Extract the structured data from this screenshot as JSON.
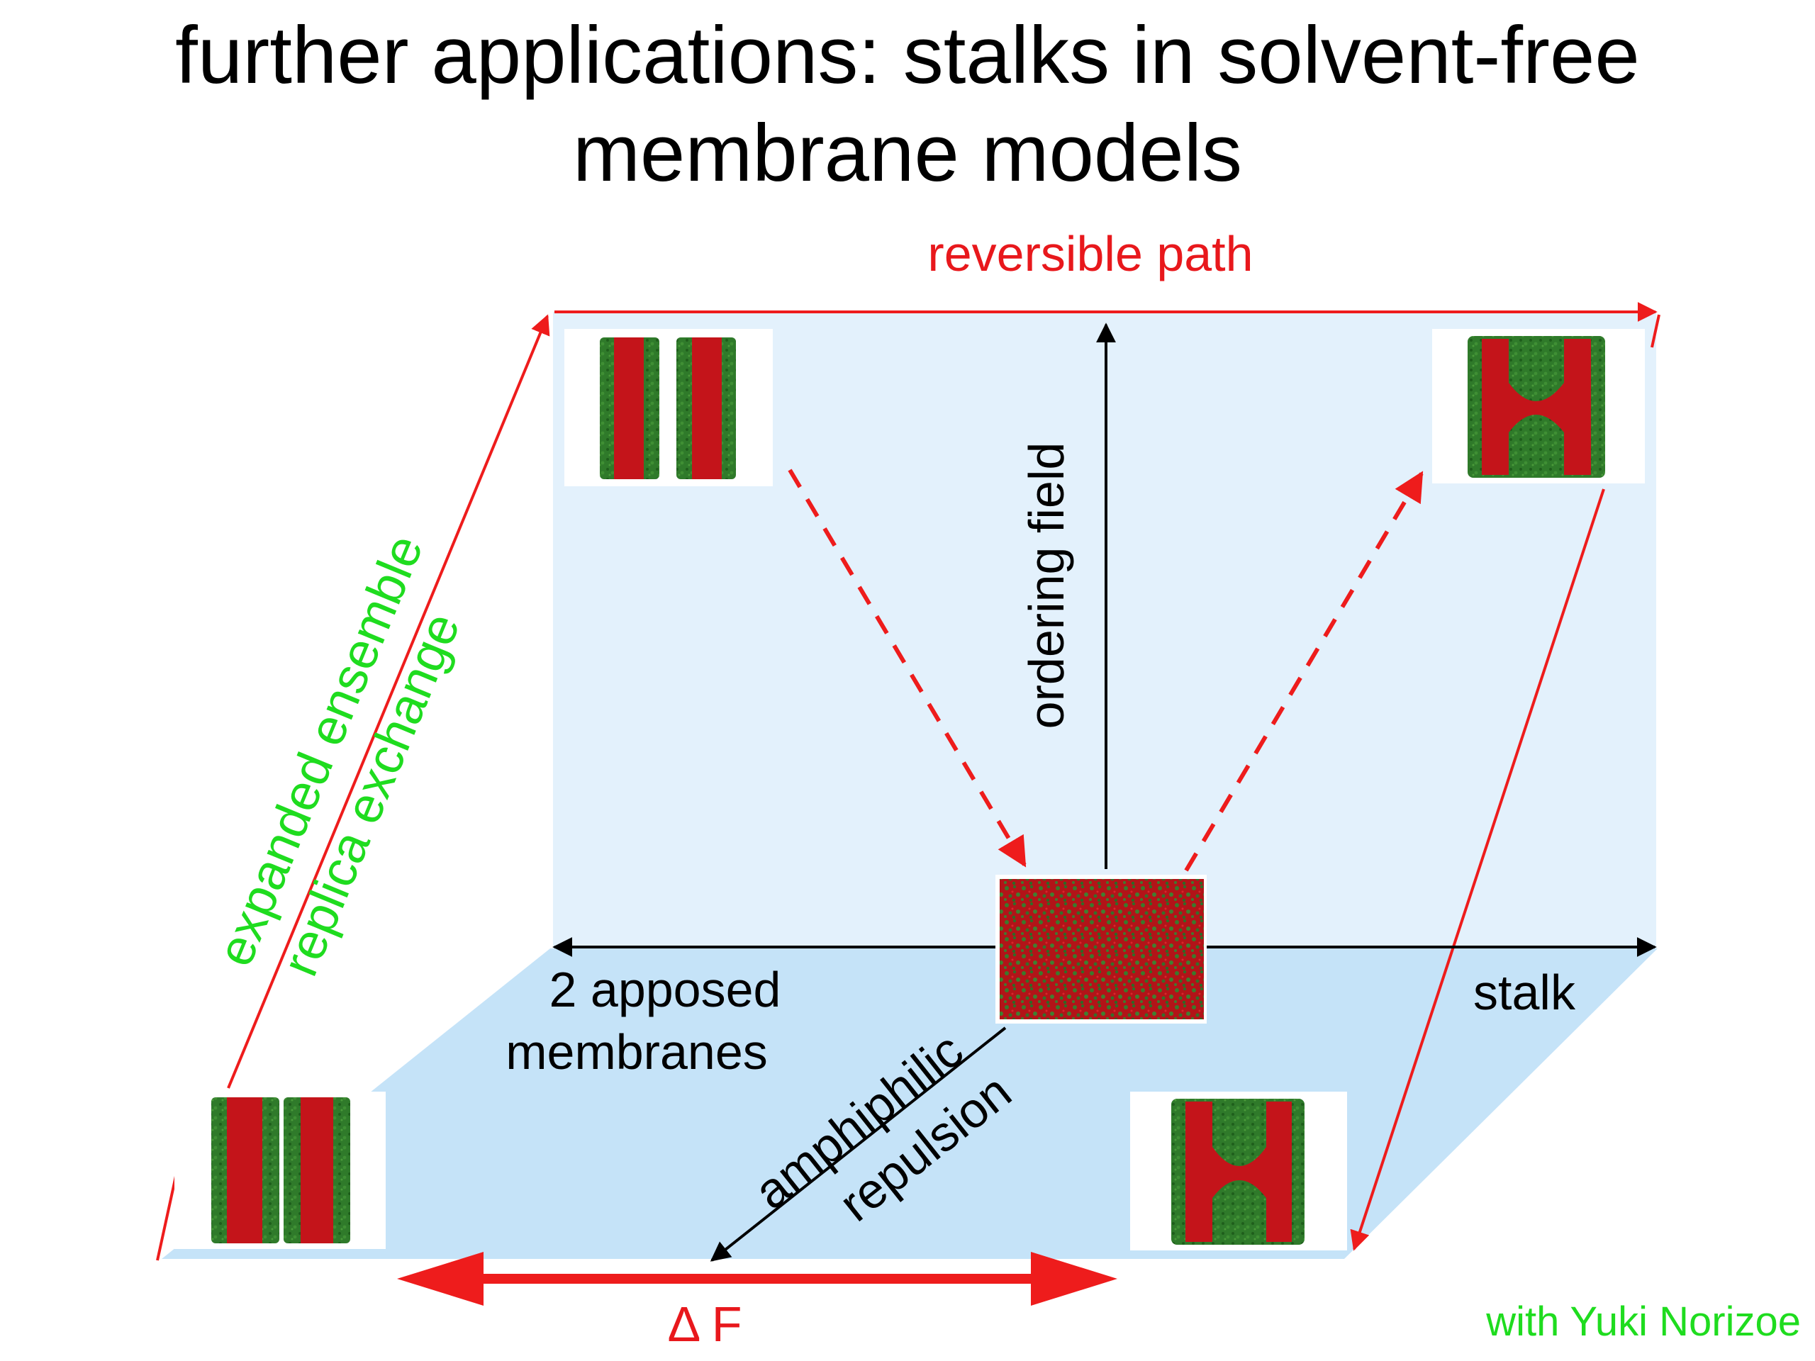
{
  "slide": {
    "title_line1": "further applications: stalks in solvent-free",
    "title_line2": "membrane models"
  },
  "labels": {
    "reversible_path": "reversible path",
    "ordering_field": "ordering field",
    "expanded_ensemble": "expanded ensemble",
    "replica_exchange": "replica exchange",
    "apposed_line1": "2 apposed",
    "apposed_line2": "membranes",
    "stalk": "stalk",
    "amphiphilic": "amphiphilic",
    "repulsion": "repulsion",
    "delta_f": "Δ F",
    "credit": "with Yuki Norizoe"
  },
  "colors": {
    "back_plane": "#e3f1fc",
    "floor_plane": "#c5e3f8",
    "arrow_red": "#ee1c1c",
    "text_red": "#e8181c",
    "text_green": "#1fdc1f",
    "axis_black": "#000000",
    "membrane_red": "#c4141a",
    "membrane_green": "#2f7a2a"
  }
}
